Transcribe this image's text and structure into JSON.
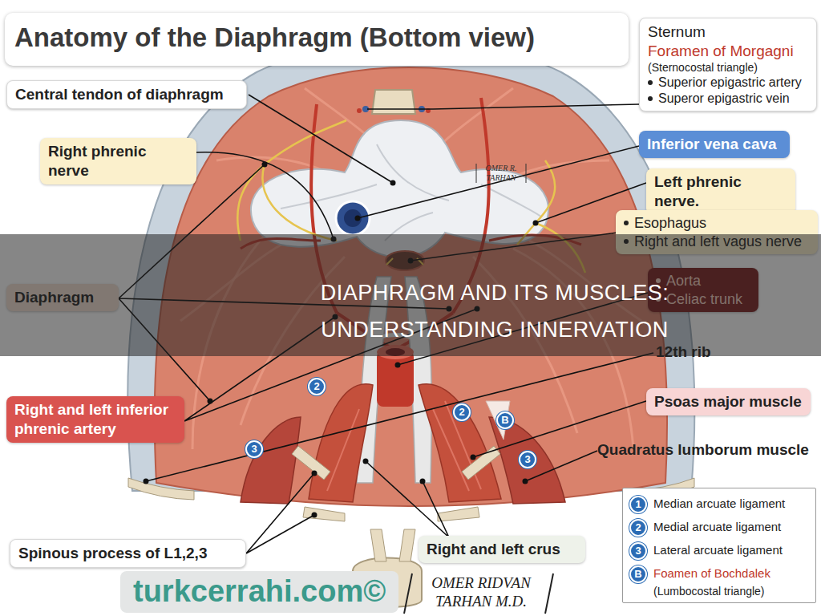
{
  "diagram": {
    "title": "Anatomy of the Diaphragm (Bottom view)",
    "caption": "DIAPHRAGM AND ITS MUSCLES: UNDERSTANDING INNERVATION",
    "nodes": [
      {
        "text": [
          "Central tendon of diaphragm"
        ]
      },
      {
        "text": [
          "Sternum",
          "Foramen of Morgagni",
          "(Sternocostal triangle)",
          "Superior epigastric artery",
          "Superor epigastric vein"
        ]
      },
      {
        "text": [
          "Right phrenic nerve"
        ]
      },
      {
        "text": [
          "Inferior vena cava"
        ]
      },
      {
        "text": [
          "Left phrenic nerve."
        ]
      },
      {
        "text": [
          "Esophagus",
          "Right and left vagus nerve"
        ]
      },
      {
        "text": [
          "Diaphragm"
        ]
      },
      {
        "text": [
          "Aorta",
          "Celiac trunk"
        ]
      },
      {
        "text": [
          "Right and left inferior phrenic artery"
        ]
      },
      {
        "text": [
          "2"
        ]
      },
      {
        "text": [
          "Psoas major muscle"
        ]
      },
      {
        "text": [
          "2"
        ]
      },
      {
        "text": [
          "B"
        ]
      },
      {
        "text": [
          "3"
        ]
      },
      {
        "text": [
          "3"
        ]
      },
      {
        "text": [
          "Median arcuate ligament",
          "Medial arcuate ligament",
          "Lateral arcuate ligament",
          "Foamen of Bochdalek",
          "(Lumbocostal triangle)"
        ]
      },
      {
        "text": [
          "1"
        ],
        "in": 15
      },
      {
        "text": [
          "2"
        ],
        "in": 15
      },
      {
        "text": [
          "3"
        ],
        "in": 15
      },
      {
        "text": [
          "B"
        ],
        "in": 15
      },
      {
        "text": [
          "Spinous process of L1,2,3"
        ]
      },
      {
        "text": [
          "Right and left crus"
        ]
      },
      {
        "text": [
          "turkcerrahi.com©"
        ]
      }
    ],
    "labels": [
      "OMER R. TARHAN",
      "12th rib",
      "Quadratus lumborum muscle",
      "OMER RIDVAN TARHAN M.D."
    ]
  }
}
